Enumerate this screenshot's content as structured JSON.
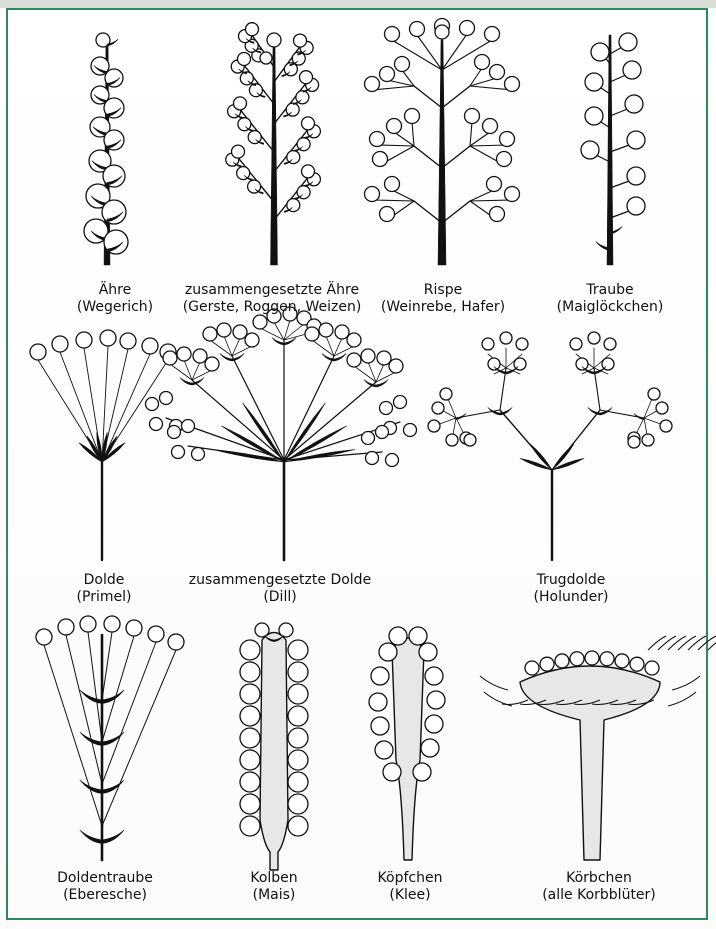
{
  "items": [
    {
      "name": "Ähre",
      "example": "(Wegerich)"
    },
    {
      "name": "zusammengesetzte Ähre",
      "example": "(Gerste, Roggen, Weizen)"
    },
    {
      "name": "Rispe",
      "example": "(Weinrebe, Hafer)"
    },
    {
      "name": "Traube",
      "example": "(Maiglöckchen)"
    },
    {
      "name": "Dolde",
      "example": "(Primel)"
    },
    {
      "name": "zusammengesetzte Dolde",
      "example": "(Dill)"
    },
    {
      "name": "Trugdolde",
      "example": "(Holunder)"
    },
    {
      "name": "Doldentraube",
      "example": "(Eberesche)"
    },
    {
      "name": "Kolben",
      "example": "(Mais)"
    },
    {
      "name": "Köpfchen",
      "example": "(Klee)"
    },
    {
      "name": "Körbchen",
      "example": "(alle Korbblüter)"
    }
  ]
}
